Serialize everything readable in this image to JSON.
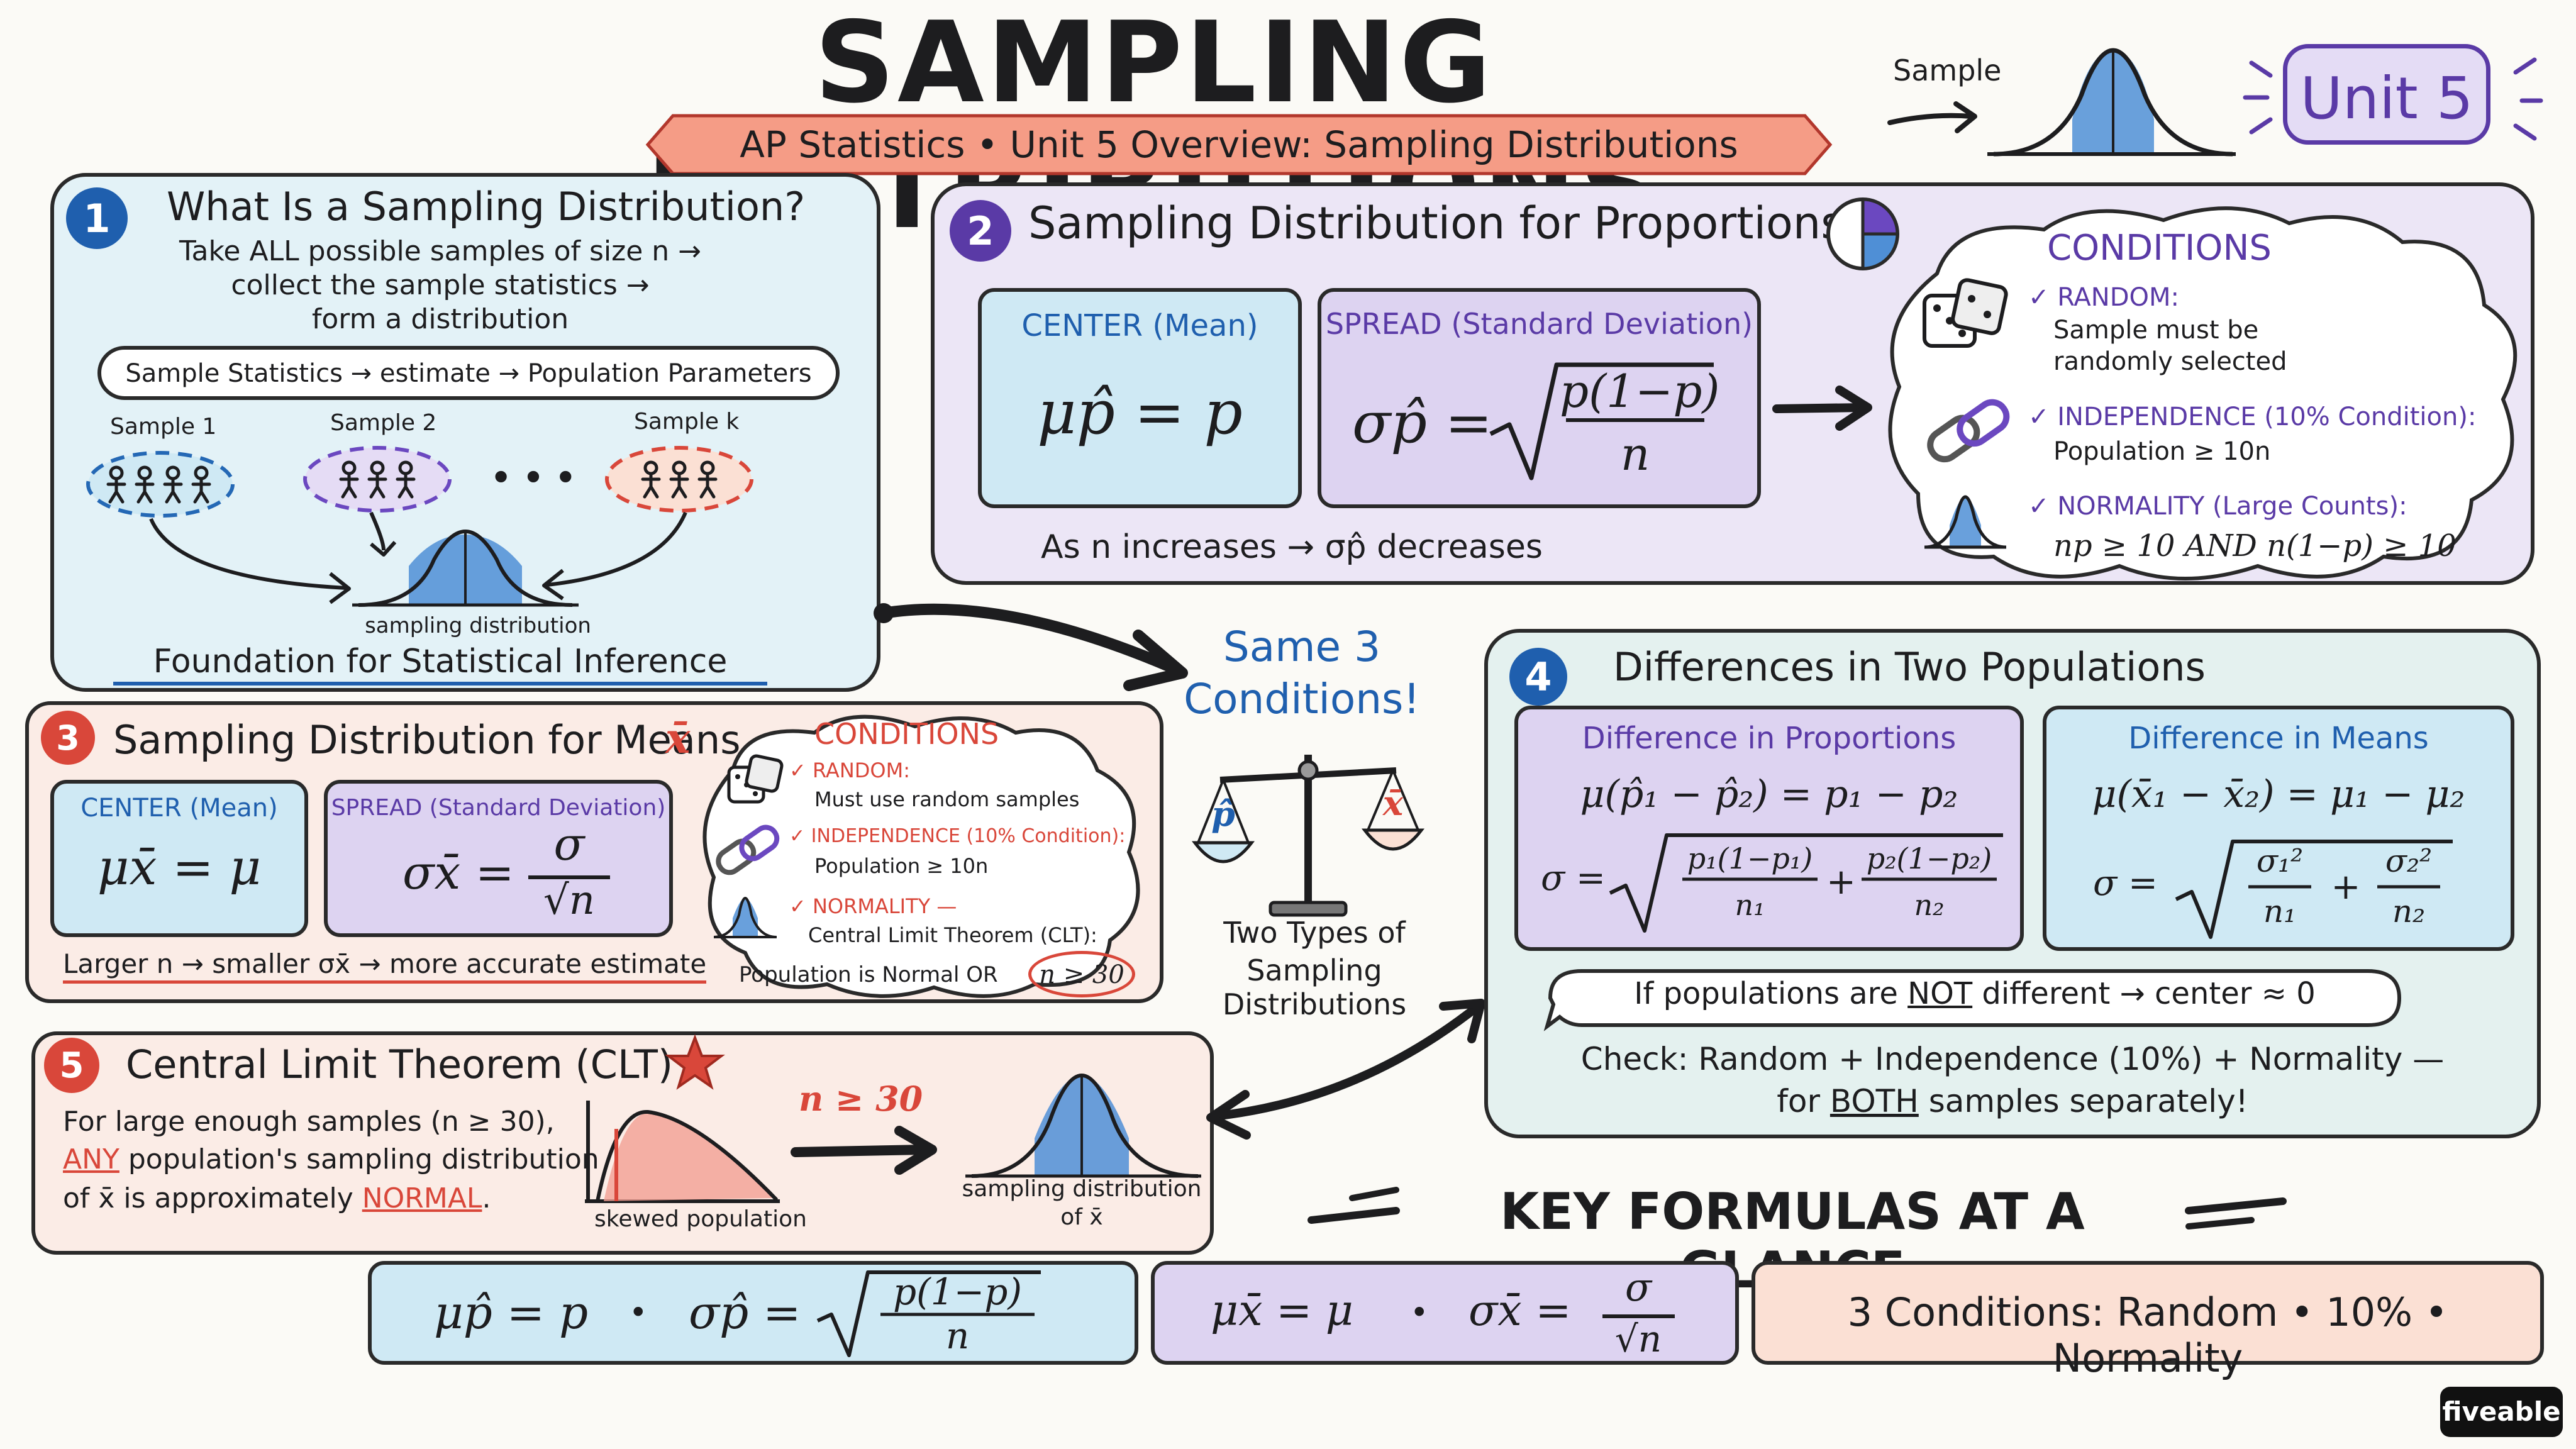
{
  "header": {
    "title": "SAMPLING DISTRIBUTIONS",
    "subtitle": "AP Statistics • Unit 5 Overview: Sampling Distributions",
    "sample_label": "Sample",
    "unit_badge": "Unit 5"
  },
  "s1": {
    "num": "1",
    "title": "What Is a Sampling Distribution?",
    "line1": "Take ALL possible samples of size n →",
    "line2": "collect the sample statistics →",
    "line3": "form a distribution",
    "pill": "Sample Statistics → estimate → Population Parameters",
    "sample1": "Sample 1",
    "sample2": "Sample 2",
    "samplek": "Sample k",
    "dots": "• • •",
    "curve_label": "sampling distribution",
    "footer": "Foundation for Statistical Inference"
  },
  "s2": {
    "num": "2",
    "title": "Sampling Distribution for Proportions",
    "center_label": "CENTER (Mean)",
    "center_formula": "μp̂ = p",
    "spread_label": "SPREAD (Standard Deviation)",
    "spread_lhs": "σp̂ =",
    "spread_num": "p(1−p)",
    "spread_den": "n",
    "note": "As n increases → σp̂ decreases",
    "conditions_title": "CONDITIONS",
    "random_label": "✓ RANDOM:",
    "random_text1": "Sample must be",
    "random_text2": "randomly selected",
    "indep_label": "✓ INDEPENDENCE (10% Condition):",
    "indep_text": "Population ≥ 10n",
    "normal_label": "✓ NORMALITY (Large Counts):",
    "normal_text": "np ≥ 10 AND n(1−p) ≥ 10"
  },
  "middle": {
    "same_line1": "Same 3",
    "same_line2": "Conditions!",
    "scale_left": "p̂",
    "scale_right": "x̄",
    "types_line1": "Two Types of",
    "types_line2": "Sampling Distributions"
  },
  "s3": {
    "num": "3",
    "title": "Sampling Distribution for Means",
    "title_symbol": "x̄",
    "center_label": "CENTER (Mean)",
    "center_formula": "μx̄ = μ",
    "spread_label": "SPREAD (Standard Deviation)",
    "spread_lhs": "σx̄ =",
    "spread_num": "σ",
    "spread_den": "√n",
    "note": "Larger n → smaller σx̄ → more accurate estimate",
    "conditions_title": "CONDITIONS",
    "random_label": "✓ RANDOM:",
    "random_text": "Must use random samples",
    "indep_label": "✓ INDEPENDENCE (10% Condition):",
    "indep_text": "Population ≥ 10n",
    "normal_label": "✓ NORMALITY —",
    "normal_text": "Central Limit Theorem (CLT):",
    "normal_text2": "Population is Normal OR",
    "normal_circle": "n ≥ 30"
  },
  "s4": {
    "num": "4",
    "title": "Differences in Two Populations",
    "prop_title": "Difference in Proportions",
    "prop_mean": "μ(p̂₁ − p̂₂) = p₁ − p₂",
    "prop_sigma": "σ =",
    "prop_t1_num": "p₁(1−p₁)",
    "prop_t1_den": "n₁",
    "prop_t2_num": "p₂(1−p₂)",
    "prop_t2_den": "n₂",
    "plus": "+",
    "mean_title": "Difference in Means",
    "mean_mean": "μ(x̄₁ − x̄₂) = μ₁ − μ₂",
    "mean_sigma": "σ =",
    "mean_t1_num": "σ₁²",
    "mean_t1_den": "n₁",
    "mean_t2_num": "σ₂²",
    "mean_t2_den": "n₂",
    "pill_pre": "If populations are ",
    "pill_not": "NOT",
    "pill_post": " different → center ≈ 0",
    "check_line1": "Check: Random + Independence (10%) + Normality —",
    "check_pre": "for ",
    "check_both": "BOTH",
    "check_post": " samples separately!"
  },
  "s5": {
    "num": "5",
    "title": "Central Limit Theorem (CLT)",
    "text1": "For large enough samples (n ≥ 30),",
    "text2_any": "ANY",
    "text2_rest": " population's sampling distribution",
    "text3_pre": "of x̄ is approximately ",
    "text3_normal": "NORMAL",
    "text3_end": ".",
    "skew_label": "skewed population",
    "n_label": "n ≥ 30",
    "dist_label1": "sampling distribution",
    "dist_label2": "of x̄"
  },
  "key": {
    "title": "KEY FORMULAS AT A GLANCE",
    "f1_a": "μp̂ = p",
    "f1_dot": "•",
    "f1_b": "σp̂ =",
    "f1_num": "p(1−p)",
    "f1_den": "n",
    "f2_a": "μx̄ = μ",
    "f2_dot": "•",
    "f2_b": "σx̄ =",
    "f2_num": "σ",
    "f2_den": "√n",
    "f3": "3 Conditions: Random • 10% • Normality"
  },
  "brand": "fiveable",
  "colors": {
    "blue_panel": "#e3f2f7",
    "purple_panel": "#ece6f6",
    "red_panel": "#fbece6",
    "teal_panel": "#e4f1ef",
    "blue_box": "#cfe9f4",
    "purple_box": "#ddd3f1",
    "peach_box": "#fbe0d4",
    "accent_blue": "#1f5fae",
    "accent_purple": "#5a3aa6",
    "accent_red": "#d9473a",
    "banner": "#f59c86"
  }
}
